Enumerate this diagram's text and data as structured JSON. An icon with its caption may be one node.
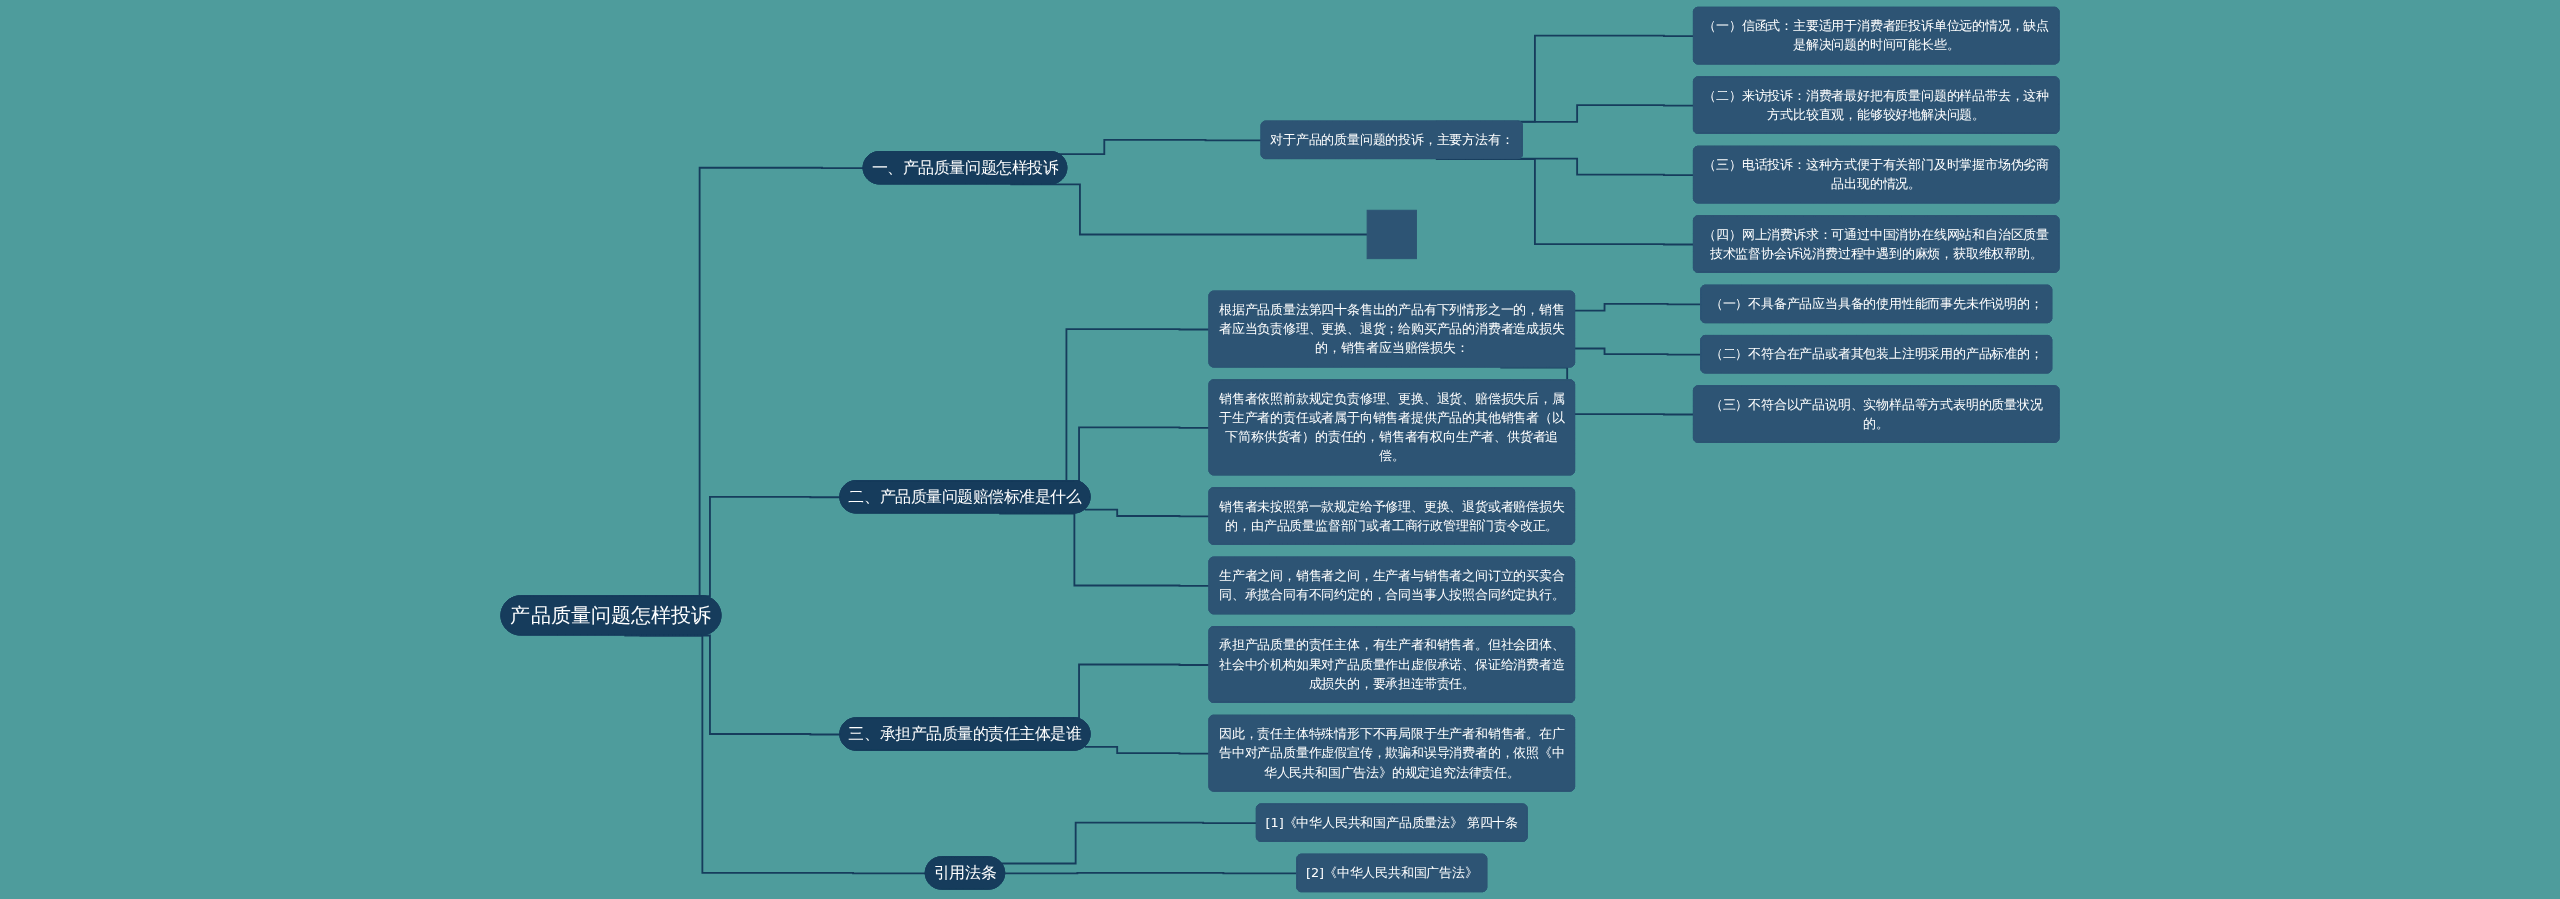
{
  "diagram": {
    "nodes": [
      {
        "text": [
          "产品质量问题怎样投诉"
        ]
      },
      {
        "text": [
          "一、产品质量问题怎样投诉"
        ]
      },
      {
        "text": [
          "对于产品的质量问题的投诉，主要方法有："
        ]
      },
      {
        "text": [
          "（一）信函式：主要适用于消费者距投诉单位远的情况，缺点是解决问题的时间可能长些。"
        ]
      },
      {
        "text": [
          "（二）来访投诉：消费者最好把有质量问题的样品带去，这种方式比较直观，能够较好地解决问题。"
        ]
      },
      {
        "text": [
          "（三）电话投诉：这种方式便于有关部门及时掌握市场伪劣商品出现的情况。"
        ]
      },
      {
        "text": [
          "（四）网上消费诉求：可通过中国消协在线网站和自治区质量技术监督协会诉说消费过程中遇到的麻烦，获取维权帮助。"
        ]
      },
      {
        "text": [],
        "shape": "box"
      },
      {
        "text": [
          "二、产品质量问题赔偿标准是什么"
        ]
      },
      {
        "text": [
          "根据产品质量法第四十条售出的产品有下列情形之一的，销售者应当负责修理、更换、退货；给购买产品的消费者造成损失的，销售者应当赔偿损失："
        ]
      },
      {
        "text": [
          "（一）不具备产品应当具备的使用性能而事先未作说明的；"
        ]
      },
      {
        "text": [
          "（二）不符合在产品或者其包装上注明采用的产品标准的；"
        ]
      },
      {
        "text": [
          "（三）不符合以产品说明、实物样品等方式表明的质量状况的。"
        ]
      },
      {
        "text": [
          "销售者依照前款规定负责修理、更换、退货、赔偿损失后，属于生产者的责任或者属于向销售者提供产品的其他销售者（以下简称供货者）的责任的，销售者有权向生产者、供货者追偿。"
        ]
      },
      {
        "text": [
          "销售者未按照第一款规定给予修理、更换、退货或者赔偿损失的，由产品质量监督部门或者工商行政管理部门责令改正。"
        ]
      },
      {
        "text": [
          "生产者之间，销售者之间，生产者与销售者之间订立的买卖合同、承揽合同有不同约定的，合同当事人按照合同约定执行。"
        ]
      },
      {
        "text": [
          "三、承担产品质量的责任主体是谁"
        ]
      },
      {
        "text": [
          "承担产品质量的责任主体，有生产者和销售者。但社会团体、社会中介机构如果对产品质量作出虚假承诺、保证给消费者造成损失的，要承担连带责任。"
        ]
      },
      {
        "text": [
          "因此，责任主体特殊情形下不再局限于生产者和销售者。在广告中对产品质量作虚假宣传，欺骗和误导消费者的，依照《中华人民共和国广告法》的规定追究法律责任。"
        ]
      },
      {
        "text": [
          "引用法条"
        ]
      },
      {
        "text": [
          "[1]《中华人民共和国产品质量法》 第四十条"
        ]
      },
      {
        "text": [
          "[2]《中华人民共和国广告法》"
        ]
      }
    ],
    "edges": [
      {
        "from": 0,
        "to": 1,
        "arrow": "none"
      },
      {
        "from": 1,
        "to": 2,
        "arrow": "none"
      },
      {
        "from": 2,
        "to": 3,
        "arrow": "none"
      },
      {
        "from": 2,
        "to": 4,
        "arrow": "none"
      },
      {
        "from": 2,
        "to": 5,
        "arrow": "none"
      },
      {
        "from": 2,
        "to": 6,
        "arrow": "none"
      },
      {
        "from": 1,
        "to": 7,
        "arrow": "none"
      },
      {
        "from": 0,
        "to": 8,
        "arrow": "none"
      },
      {
        "from": 8,
        "to": 9,
        "arrow": "none"
      },
      {
        "from": 9,
        "to": 10,
        "arrow": "none"
      },
      {
        "from": 9,
        "to": 11,
        "arrow": "none"
      },
      {
        "from": 9,
        "to": 12,
        "arrow": "none"
      },
      {
        "from": 8,
        "to": 13,
        "arrow": "none"
      },
      {
        "from": 8,
        "to": 14,
        "arrow": "none"
      },
      {
        "from": 8,
        "to": 15,
        "arrow": "none"
      },
      {
        "from": 0,
        "to": 16,
        "arrow": "none"
      },
      {
        "from": 16,
        "to": 17,
        "arrow": "none"
      },
      {
        "from": 16,
        "to": 18,
        "arrow": "none"
      },
      {
        "from": 0,
        "to": 19,
        "arrow": "none"
      },
      {
        "from": 19,
        "to": 20,
        "arrow": "none"
      },
      {
        "from": 19,
        "to": 21,
        "arrow": "none"
      }
    ]
  }
}
